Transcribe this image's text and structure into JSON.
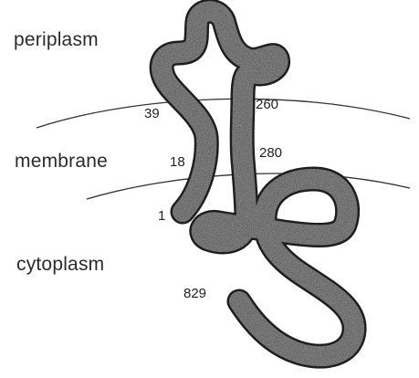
{
  "regions": {
    "periplasm": "periplasm",
    "membrane": "membrane",
    "cytoplasm": "cytoplasm"
  },
  "residues": {
    "r1": "1",
    "r18": "18",
    "r39": "39",
    "r260": "260",
    "r280": "280",
    "r829": "829"
  },
  "colors": {
    "strand_fill": "#8f8f8f",
    "strand_outline": "#1e1e1e",
    "membrane_line": "#333333",
    "background": "#ffffff"
  }
}
